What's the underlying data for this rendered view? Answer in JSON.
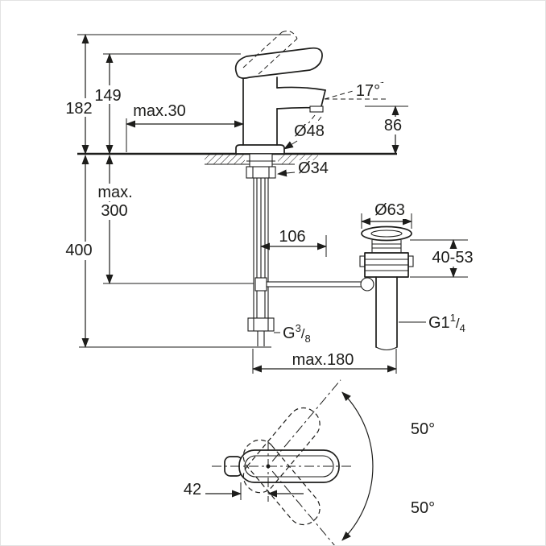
{
  "drawing": {
    "colors": {
      "line": "#1d1d1b",
      "background": "#ffffff",
      "frame": "#e2e2e2"
    },
    "main_view": {
      "overall_height": "182",
      "lever_height": "149",
      "deck_thickness": "max.30",
      "spout_angle": "17°",
      "outlet_height": "86",
      "base_diameter": "Ø48",
      "hole_diameter": "Ø34",
      "rod_length_line1": "max.",
      "rod_length_line2": "300",
      "hose_length": "400",
      "center_offset": "106",
      "flange_diameter": "Ø63",
      "deck_range": "40-53",
      "projection": "max.180",
      "waste_thread": {
        "prefix": "G1",
        "numerator": "1",
        "slash": "/",
        "denominator": "4"
      },
      "supply_thread": {
        "prefix": "G",
        "numerator": "3",
        "slash": "/",
        "denominator": "8"
      }
    },
    "top_view": {
      "handle_offset": "42",
      "swing_angle_upper": "50°",
      "swing_angle_lower": "50°"
    }
  }
}
